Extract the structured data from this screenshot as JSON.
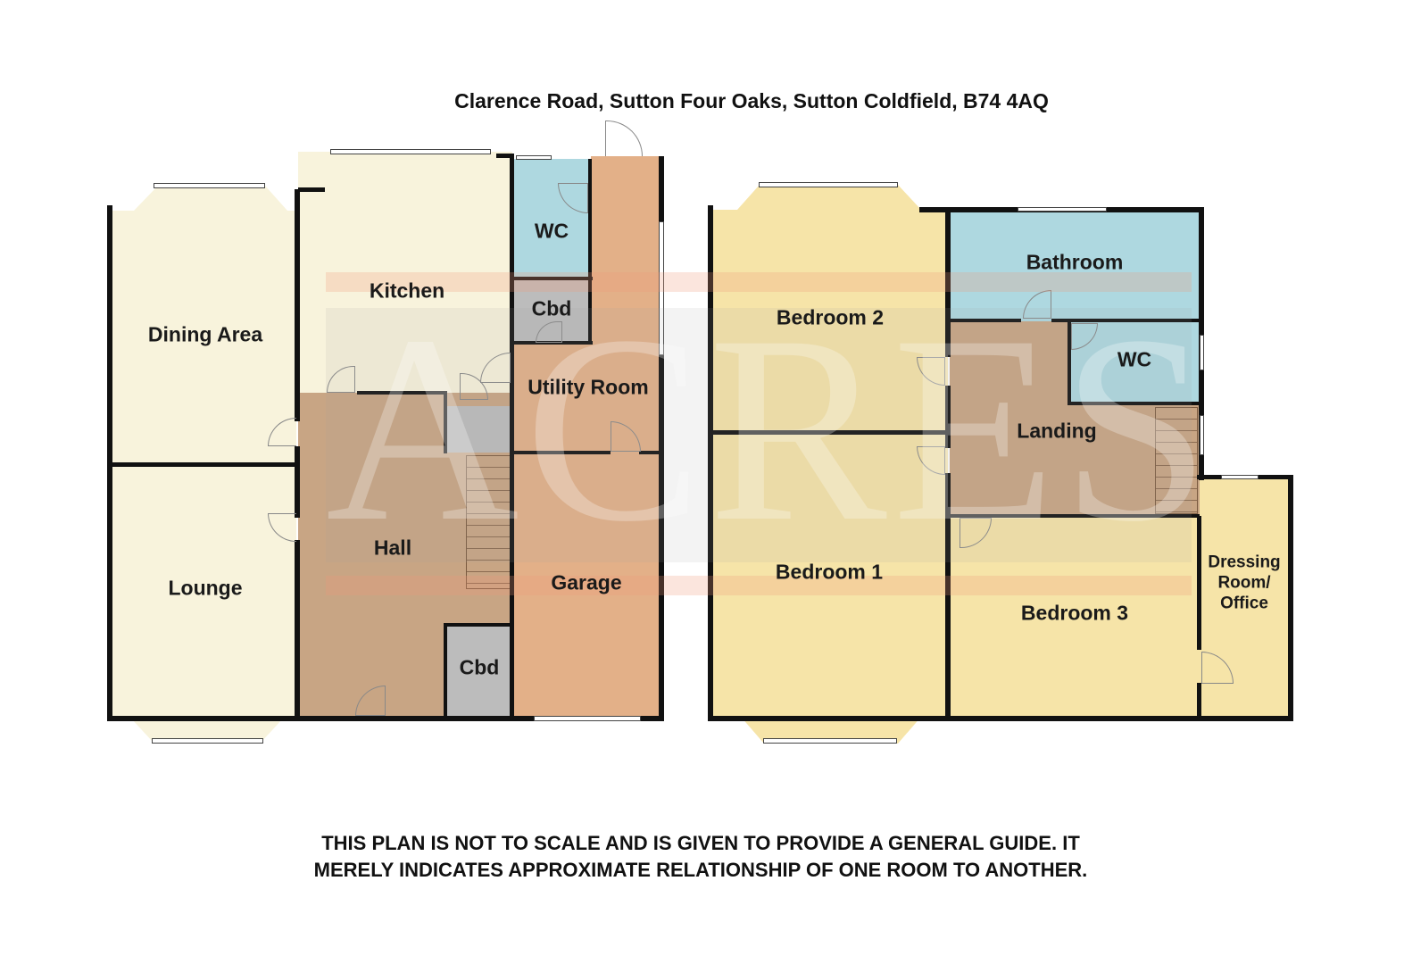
{
  "header": {
    "address": "Clarence Road, Sutton Four Oaks, Sutton Coldfield, B74 4AQ"
  },
  "watermark": {
    "text": "ACRES"
  },
  "ground_floor": {
    "rooms": {
      "dining_area": "Dining Area",
      "kitchen": "Kitchen",
      "wc": "WC",
      "cbd_upper": "Cbd",
      "utility_room": "Utility Room",
      "hall": "Hall",
      "lounge": "Lounge",
      "garage": "Garage",
      "cbd_lower": "Cbd"
    }
  },
  "first_floor": {
    "rooms": {
      "bedroom_2": "Bedroom 2",
      "bathroom": "Bathroom",
      "wc": "WC",
      "landing": "Landing",
      "bedroom_1": "Bedroom 1",
      "bedroom_3": "Bedroom 3",
      "dressing_room": "Dressing Room/ Office"
    }
  },
  "colors": {
    "living": "#f8f3dc",
    "hall": "#c8a584",
    "garage": "#e3b088",
    "wet_room": "#aed8e0",
    "cupboard": "#bcbcbc",
    "bedroom": "#f6e4a8",
    "wall": "#111111"
  },
  "footer": {
    "disclaimer": "THIS PLAN IS NOT TO SCALE AND IS GIVEN TO PROVIDE A GENERAL GUIDE. IT MERELY INDICATES APPROXIMATE RELATIONSHIP OF ONE ROOM TO ANOTHER."
  }
}
